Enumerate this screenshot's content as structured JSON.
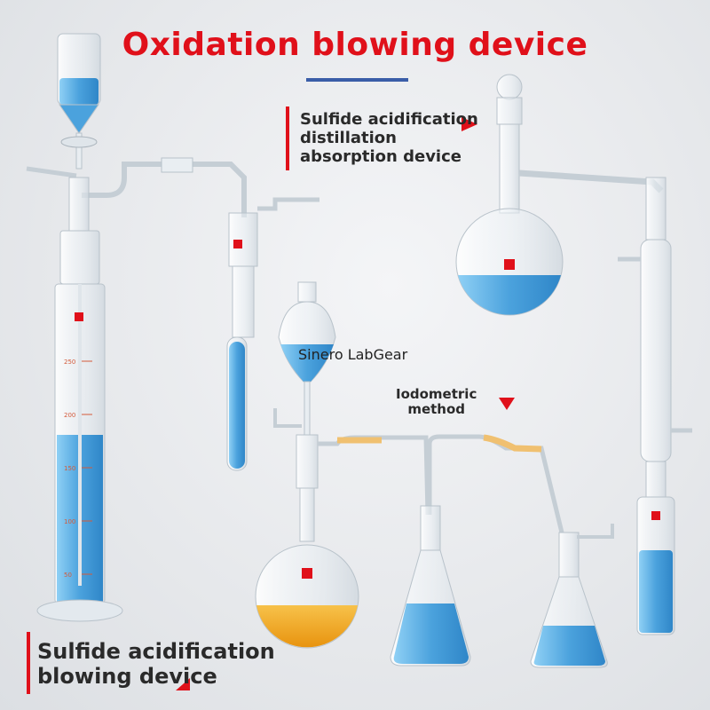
{
  "title": "Oxidation blowing device",
  "labels": {
    "top_right": [
      "Sulfide acidification",
      "distillation",
      "absorption device"
    ],
    "iodometric": [
      "Iodometric",
      "method"
    ],
    "bottom_left": [
      "Sulfide acidification",
      "blowing device"
    ]
  },
  "brand": "Sinero LabGear",
  "colors": {
    "title": "#e0101a",
    "accent_bar": "#e0101a",
    "underline": "#3a5da8",
    "liquid_blue": "#5aa9e0",
    "liquid_orange": "#f2a623",
    "tubing": "#f0c070"
  },
  "cylinder_marks": [
    "250",
    "200",
    "150",
    "100",
    "50"
  ]
}
